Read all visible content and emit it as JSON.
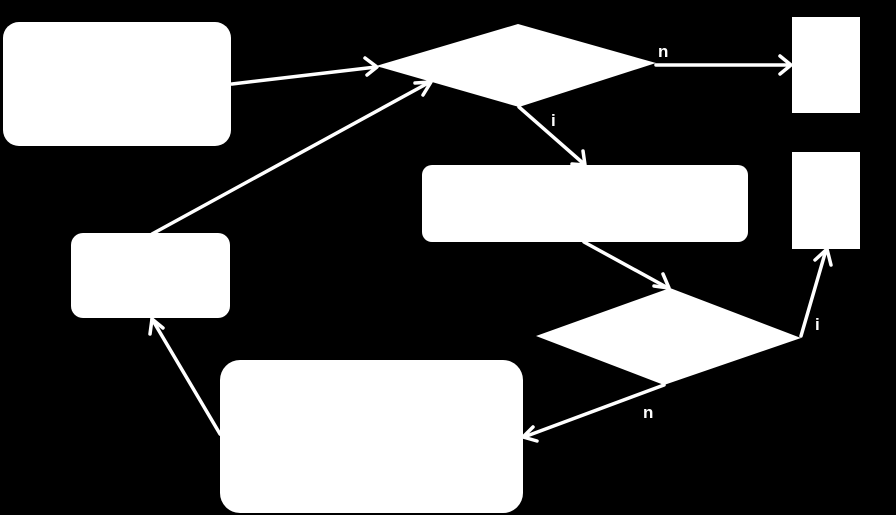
{
  "colors": {
    "background": "#000000",
    "shape": "#ffffff",
    "connector": "#ffffff",
    "label": "#ffffff"
  },
  "edges": {
    "decision1_no": "n",
    "decision1_yes": "i",
    "decision2_yes": "i",
    "decision2_no": "n"
  }
}
